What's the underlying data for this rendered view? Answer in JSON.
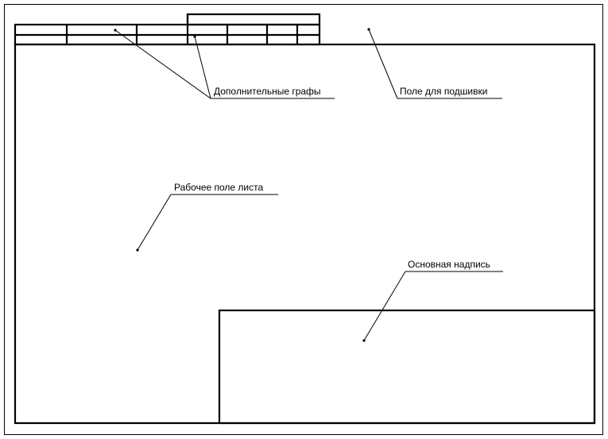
{
  "labels": {
    "additional_columns": "Дополнительные графы",
    "binding_margin": "Поле для подшивки",
    "work_area": "Рабочее поле листа",
    "title_block": "Основная надпись"
  }
}
